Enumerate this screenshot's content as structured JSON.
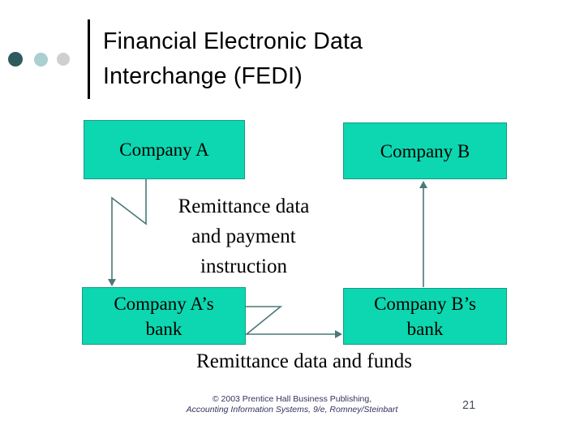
{
  "slide": {
    "title": {
      "lines": [
        "Financial Electronic Data",
        "Interchange (FEDI)"
      ]
    },
    "page_number": "21"
  },
  "diagram": {
    "boxes": [
      {
        "name": "company-a",
        "lines": [
          "Company A"
        ]
      },
      {
        "name": "company-b",
        "lines": [
          "Company B"
        ]
      },
      {
        "name": "bank-a",
        "lines": [
          "Company A’s",
          "bank"
        ]
      },
      {
        "name": "bank-b",
        "lines": [
          "Company B’s",
          "bank"
        ]
      }
    ],
    "labels": {
      "payment_lines": [
        "Remittance data",
        "and payment",
        "instruction"
      ],
      "funds": "Remittance data and funds"
    },
    "connectors": [
      {
        "name": "company-a-to-bank-a",
        "direction": "down"
      },
      {
        "name": "bank-a-to-bank-b",
        "direction": "right"
      },
      {
        "name": "bank-b-to-company-b",
        "direction": "up"
      }
    ]
  },
  "footer": {
    "line1": "© 2003 Prentice Hall Business Publishing,",
    "line2": "Accounting Information Systems, 9/e, Romney/Steinbart"
  },
  "colors": {
    "box_fill": "#0CD7B0",
    "box_border": "#169B85",
    "connector": "#4A7876",
    "title_text": "#000000",
    "box_text": "#000000",
    "footer_text": "#333360",
    "dot_dark": "#2E5B5E",
    "dot_light_teal": "#A9CFD1",
    "dot_gray": "#CFCFCF"
  }
}
